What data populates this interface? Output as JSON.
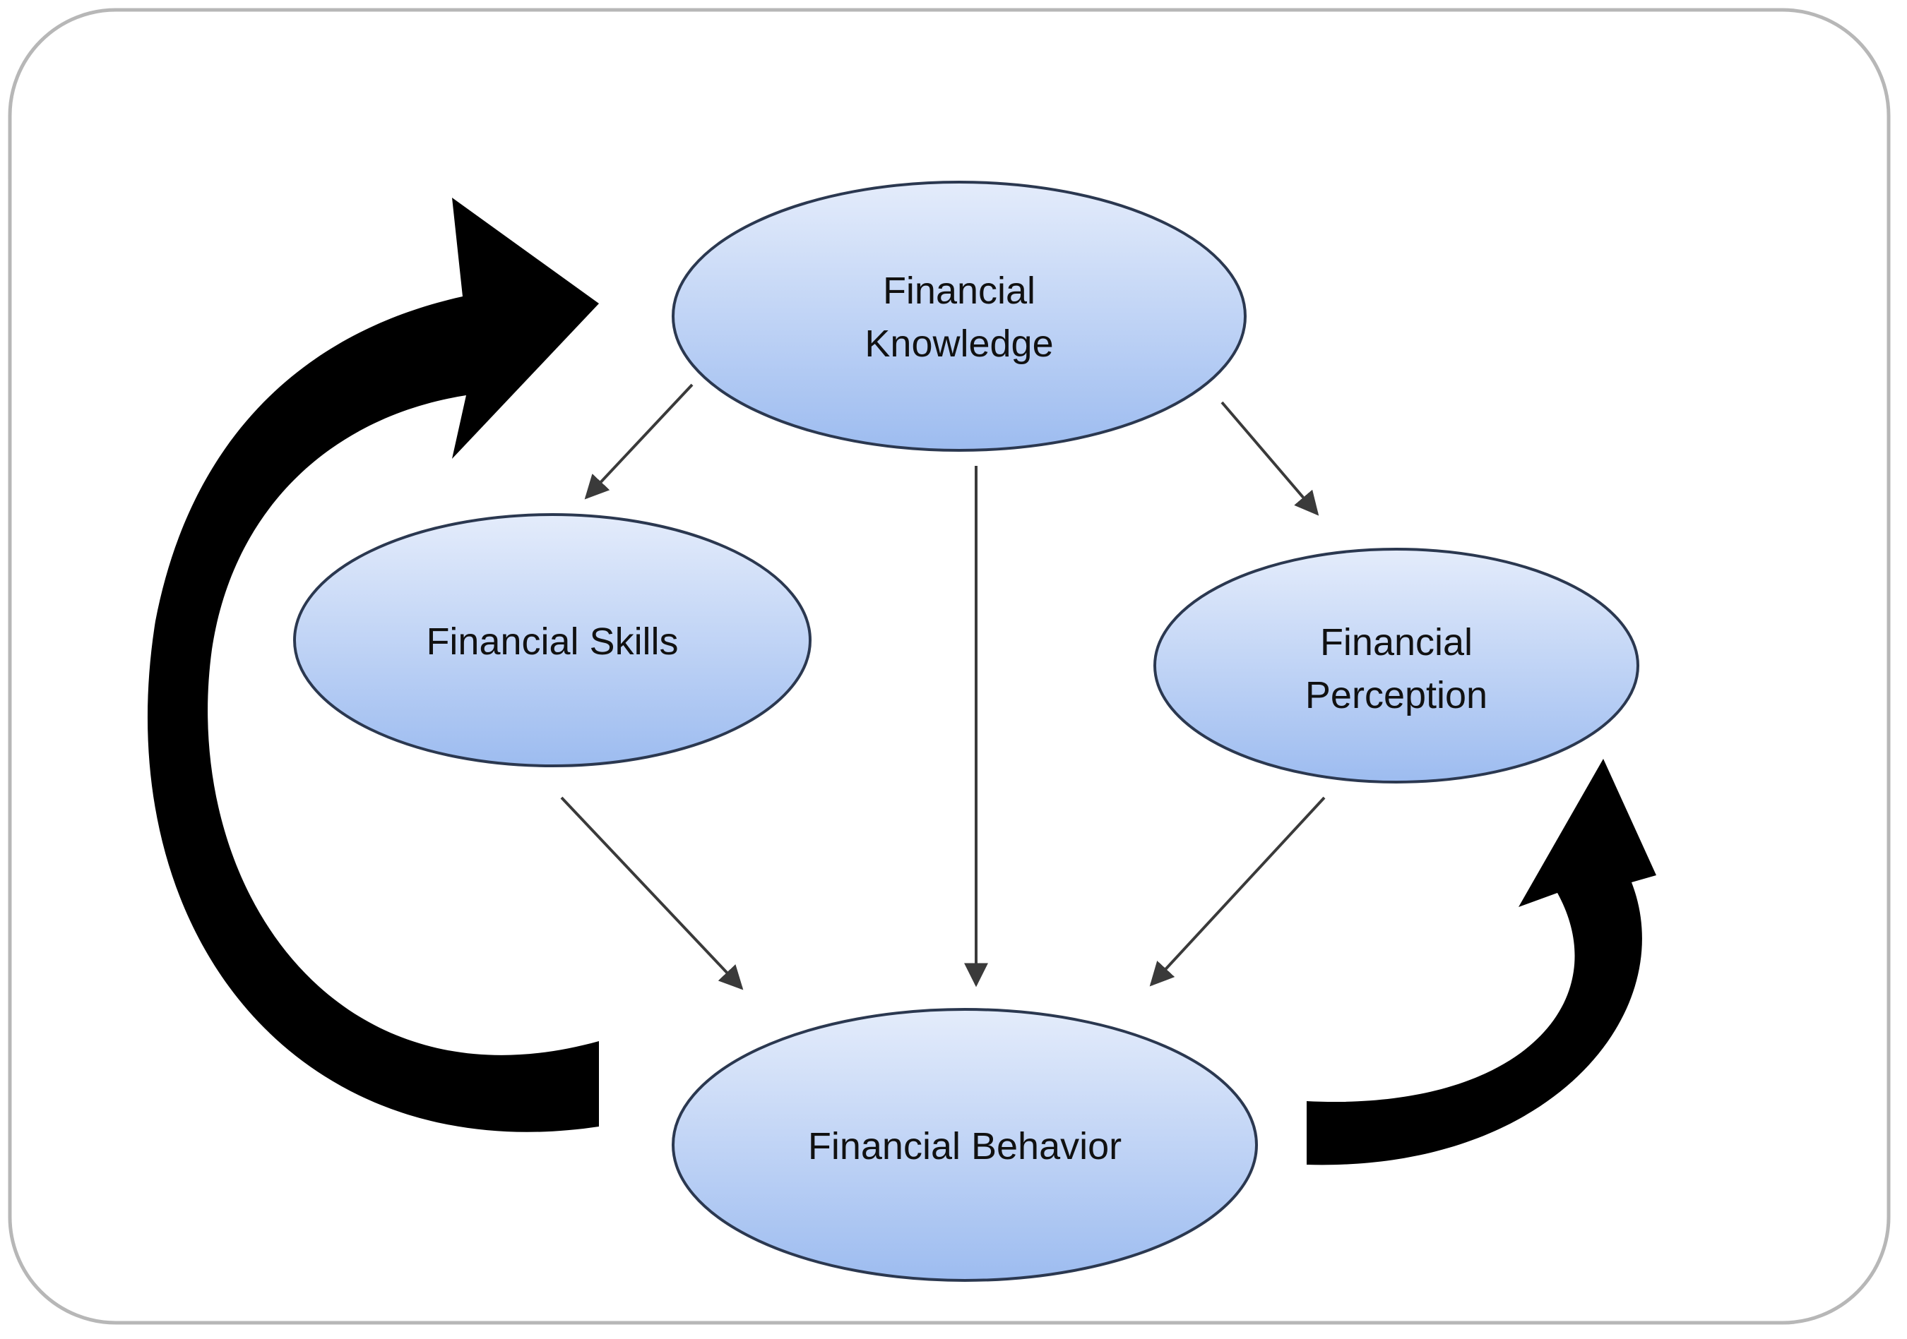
{
  "nodes": {
    "knowledge": {
      "line1": "Financial",
      "line2": "Knowledge"
    },
    "skills": {
      "label": "Financial Skills"
    },
    "perception": {
      "line1": "Financial",
      "line2": "Perception"
    },
    "behavior": {
      "label": "Financial Behavior"
    }
  },
  "colors": {
    "ellipse_top": "#e4ecfb",
    "ellipse_bottom": "#9dbcf0",
    "ellipse_stroke": "#2b3850",
    "arrow_thin": "#3a3a3a",
    "arrow_thick": "#000000",
    "frame": "#b7b7b7",
    "text": "#111111"
  }
}
